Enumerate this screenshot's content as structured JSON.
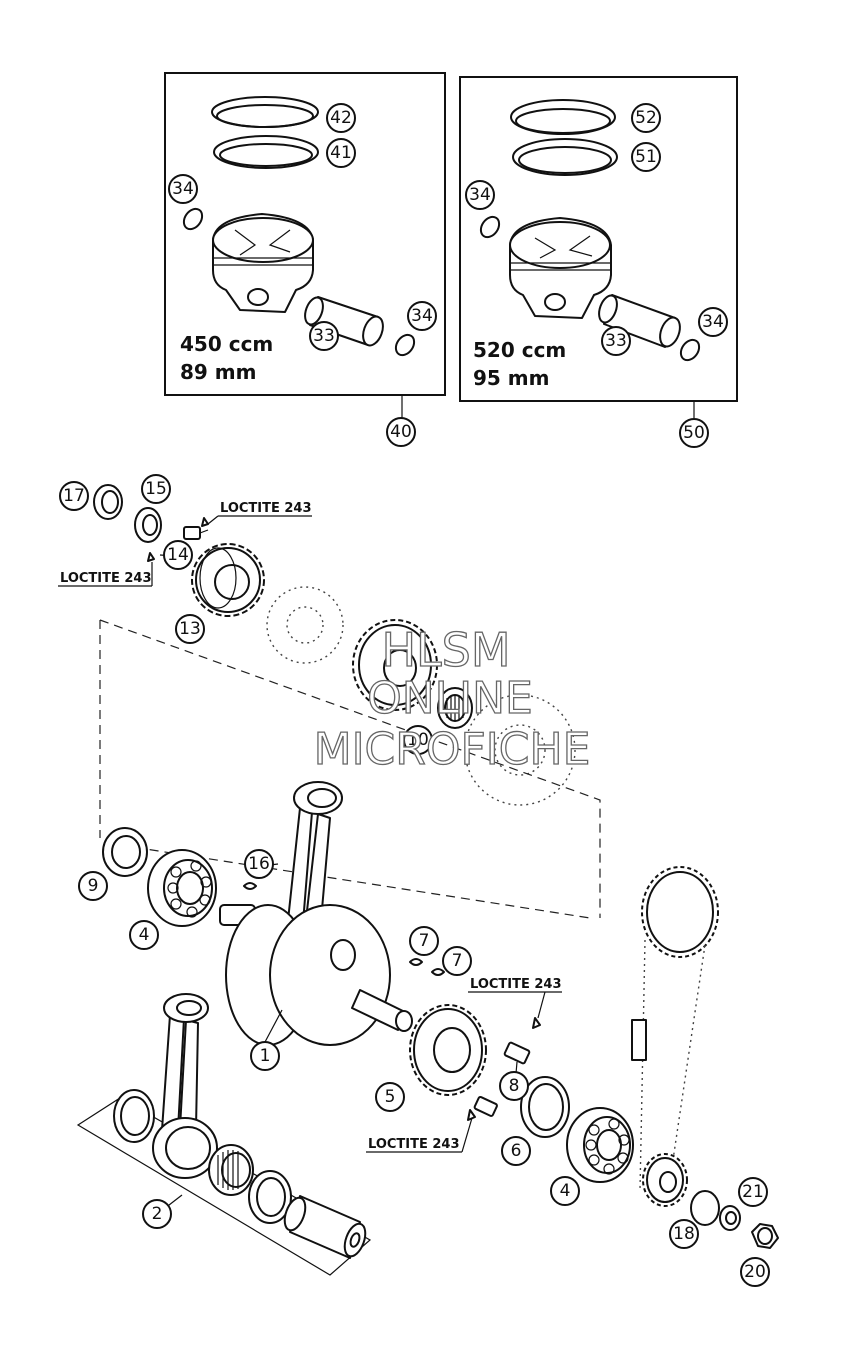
{
  "kits": [
    {
      "displacement": "450 ccm",
      "bore": "89 mm",
      "callout": "40"
    },
    {
      "displacement": "520 ccm",
      "bore": "95 mm",
      "callout": "50"
    }
  ],
  "adhesive_label": "LOCTITE 243",
  "watermark": [
    "HLSM",
    "ONLINE",
    "MICROFICHE"
  ],
  "callouts": {
    "c42": "42",
    "c41": "41",
    "c34a": "34",
    "c33a": "33",
    "c34b": "34",
    "c52": "52",
    "c51": "51",
    "c34c": "34",
    "c33b": "33",
    "c34d": "34",
    "c17": "17",
    "c15": "15",
    "c14": "14",
    "c13": "13",
    "c10": "10",
    "c16": "16",
    "c9": "9",
    "c4a": "4",
    "c7a": "7",
    "c7b": "7",
    "c1": "1",
    "c5": "5",
    "c8": "8",
    "c6": "6",
    "c2": "2",
    "c4b": "4",
    "c21": "21",
    "c18": "18",
    "c20": "20"
  },
  "colors": {
    "line": "#111111",
    "background": "#ffffff",
    "watermark_outline": "#666666"
  }
}
